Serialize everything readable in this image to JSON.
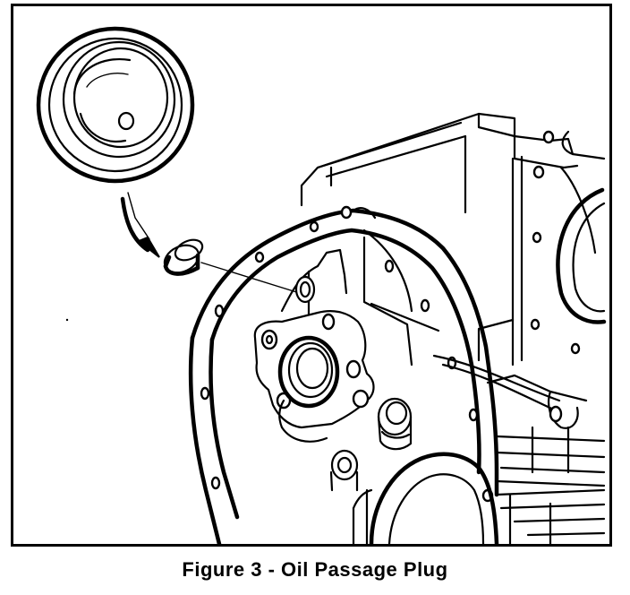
{
  "figure": {
    "caption": "Figure 3 - Oil Passage Plug",
    "callouts": {
      "detail_view": "oil-passage-plug-magnified",
      "arrow": "curved-arrow-to-plug",
      "leader": "leader-line-to-oil-passage"
    }
  }
}
